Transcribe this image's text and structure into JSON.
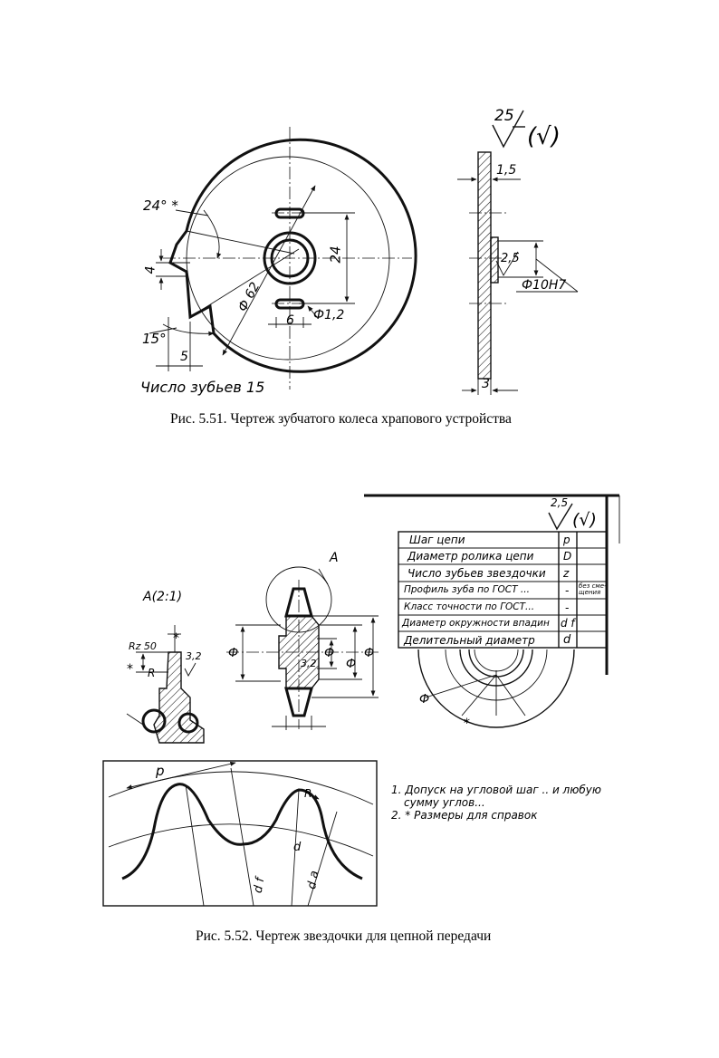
{
  "fig51": {
    "caption": "Рис. 5.51. Чертеж зубчатого колеса храпового устройства",
    "roughness_top": "25",
    "roughness_rest": "(√)",
    "dim_angle_24": "24° *",
    "dim_angle_15": "15°",
    "dim_4": "4",
    "dim_5": "5",
    "dim_24": "24",
    "dim_phi62": "Ф 62",
    "dim_6": "6",
    "dim_phi12": "Ф1,2",
    "dim_15": "1,5",
    "dim_25": "2,5",
    "dim_phi10": "Ф10Н7",
    "dim_3": "3",
    "teeth_note": "Число зубьев 15"
  },
  "fig52": {
    "caption": "Рис. 5.52. Чертеж звездочки для цепной передачи",
    "roughness_top": "2,5",
    "roughness_rest": "(√)",
    "detail_label": "A(2:1)",
    "detail_callout": "A",
    "rz_label": "Rz 50",
    "r_label": "R",
    "star": "*",
    "rough_32": "3,2",
    "phi": "Ф",
    "table": [
      {
        "name": "Шаг цепи",
        "sym": "p",
        "val": ""
      },
      {
        "name": "Диаметр ролика цепи",
        "sym": "D",
        "val": ""
      },
      {
        "name": "Число зубьев звездочки",
        "sym": "z",
        "val": ""
      },
      {
        "name": "Профиль зуба по ГОСТ ...",
        "sym": "-",
        "val": "без сме-\nщения"
      },
      {
        "name": "Класс точности по ГОСТ...",
        "sym": "-",
        "val": ""
      },
      {
        "name": "Диаметр окружности впадин",
        "sym": "d f",
        "val": ""
      },
      {
        "name": "Делительный диаметр",
        "sym": "d",
        "val": ""
      }
    ],
    "notes": [
      "1. Допуск на угловой шаг .. и любую",
      "сумму углов...",
      "2. * Размеры для справок"
    ],
    "profile": {
      "p": "p",
      "R": "R",
      "d": "d",
      "df": "d f",
      "da": "d a"
    }
  }
}
